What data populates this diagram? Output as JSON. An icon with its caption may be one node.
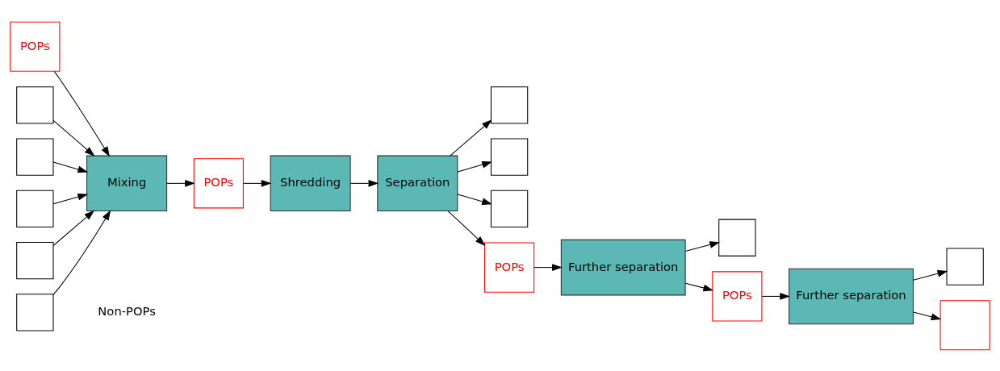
{
  "diagram": {
    "nodes": [
      {
        "text": [
          "POPs"
        ]
      },
      {
        "text": [],
        "shape": "box"
      },
      {
        "text": [],
        "shape": "box"
      },
      {
        "text": [],
        "shape": "box"
      },
      {
        "text": [],
        "shape": "box"
      },
      {
        "text": [],
        "shape": "box"
      },
      {
        "text": [
          "Mixing"
        ]
      },
      {
        "text": [
          "POPs"
        ]
      },
      {
        "text": [
          "Shredding"
        ]
      },
      {
        "text": [
          "Separation"
        ]
      },
      {
        "text": [],
        "shape": "box"
      },
      {
        "text": [],
        "shape": "box"
      },
      {
        "text": [],
        "shape": "box"
      },
      {
        "text": [
          "POPs"
        ]
      },
      {
        "text": [
          "Further separation"
        ]
      },
      {
        "text": [],
        "shape": "box"
      },
      {
        "text": [
          "POPs"
        ]
      },
      {
        "text": [
          "Further separation"
        ]
      },
      {
        "text": [],
        "shape": "box"
      },
      {
        "text": [],
        "shape": "box"
      }
    ],
    "edges": [
      {
        "from": 0,
        "to": 6,
        "arrow": "to"
      },
      {
        "from": 1,
        "to": 6,
        "arrow": "to"
      },
      {
        "from": 2,
        "to": 6,
        "arrow": "to"
      },
      {
        "from": 3,
        "to": 6,
        "arrow": "to"
      },
      {
        "from": 4,
        "to": 6,
        "arrow": "to"
      },
      {
        "from": 5,
        "to": 6,
        "arrow": "to"
      },
      {
        "from": 6,
        "to": 7,
        "arrow": "to"
      },
      {
        "from": 7,
        "to": 8,
        "arrow": "to"
      },
      {
        "from": 8,
        "to": 9,
        "arrow": "to"
      },
      {
        "from": 9,
        "to": 10,
        "arrow": "to"
      },
      {
        "from": 9,
        "to": 11,
        "arrow": "to"
      },
      {
        "from": 9,
        "to": 12,
        "arrow": "to"
      },
      {
        "from": 9,
        "to": 13,
        "arrow": "to"
      },
      {
        "from": 13,
        "to": 14,
        "arrow": "to"
      },
      {
        "from": 14,
        "to": 15,
        "arrow": "to"
      },
      {
        "from": 14,
        "to": 16,
        "arrow": "to"
      },
      {
        "from": 16,
        "to": 17,
        "arrow": "to"
      },
      {
        "from": 17,
        "to": 18,
        "arrow": "to"
      },
      {
        "from": 17,
        "to": 19,
        "arrow": "to"
      }
    ],
    "labels": [
      "Non-POPs"
    ]
  }
}
